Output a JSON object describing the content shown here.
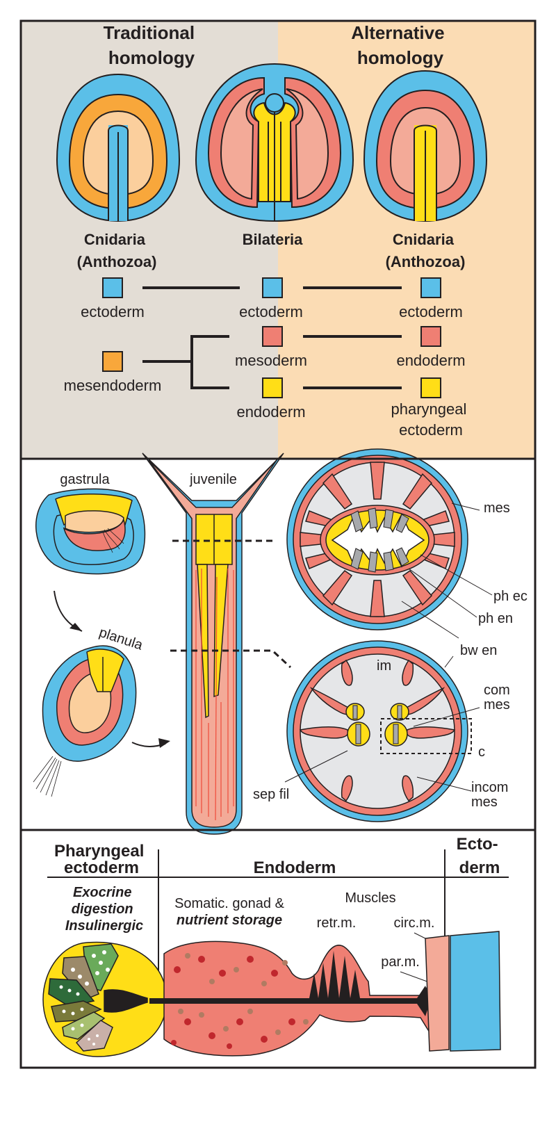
{
  "colors": {
    "ectoderm": "#5bbfe8",
    "mesoderm": "#ef7f73",
    "mesoderm_light": "#f3aa98",
    "endoderm": "#ffde17",
    "mesendoderm": "#f8a73b",
    "mesendoderm_light": "#fbcf9d",
    "traditional_bg": "#e3ddd5",
    "alternative_bg": "#fbdcb4",
    "gastric_cavity": "#e5e6e8",
    "muscle_black": "#231f20"
  },
  "top": {
    "traditional_heading": "Traditional\nhomology",
    "alternative_heading": "Alternative\nhomology",
    "left_taxon": "Cnidaria\n(Anthozoa)",
    "center_taxon": "Bilateria",
    "right_taxon": "Cnidaria\n(Anthozoa)",
    "left_layers": [
      "ectoderm",
      "mesendoderm"
    ],
    "center_layers": [
      "ectoderm",
      "mesoderm",
      "endoderm"
    ],
    "right_layers": [
      "ectoderm",
      "endoderm",
      "pharyngeal\nectoderm"
    ]
  },
  "middle": {
    "gastrula": "gastrula",
    "planula": "planula",
    "juvenile": "juvenile",
    "upper_section_labels": [
      "mes",
      "ph ec",
      "ph en",
      "bw en"
    ],
    "lower_section_labels": [
      "im",
      "com\nmes",
      "c",
      "incom\nmes",
      "sep fil"
    ]
  },
  "bottom": {
    "pharyngeal_heading": "Pharyngeal\nectoderm",
    "endoderm_heading": "Endoderm",
    "ectoderm_heading": "Ecto-\nderm",
    "pharyngeal_functions": "Exocrine\ndigestion\nInsulinergic",
    "somatic_label": "Somatic. gonad &",
    "nutrient_label": "nutrient storage",
    "muscles_label": "Muscles",
    "retr_label": "retr.m.",
    "circ_label": "circ.m.",
    "par_label": "par.m."
  }
}
